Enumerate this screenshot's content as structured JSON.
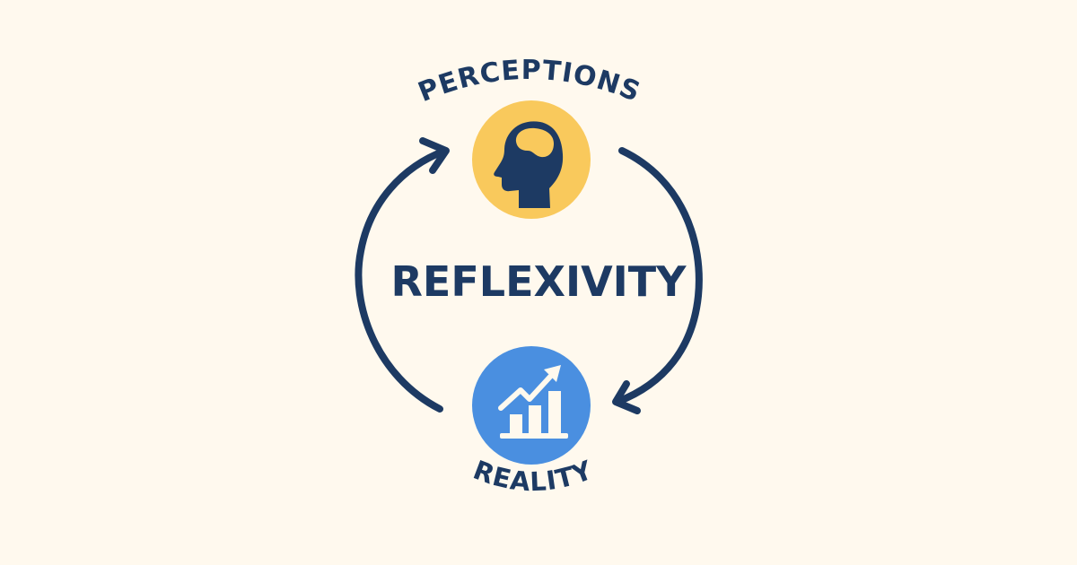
{
  "diagram": {
    "title": "REFLEXIVITY",
    "type": "cycle",
    "background_color": "#FFF9EE",
    "nodes": [
      {
        "id": "perceptions",
        "label": "PERCEPTIONS",
        "icon": "head-brain-icon",
        "circle_color": "#F9C95C",
        "icon_color": "#1D3A63",
        "position": "top"
      },
      {
        "id": "reality",
        "label": "REALITY",
        "icon": "rising-bar-chart-icon",
        "circle_color": "#4A8FE0",
        "icon_color": "#FFF9EE",
        "position": "bottom"
      }
    ],
    "edges": [
      {
        "from": "perceptions",
        "to": "reality",
        "side": "right",
        "direction": "clockwise-down"
      },
      {
        "from": "reality",
        "to": "perceptions",
        "side": "left",
        "direction": "clockwise-up"
      }
    ],
    "text_color": "#1D3A63",
    "arrow_color": "#1D3A63"
  }
}
